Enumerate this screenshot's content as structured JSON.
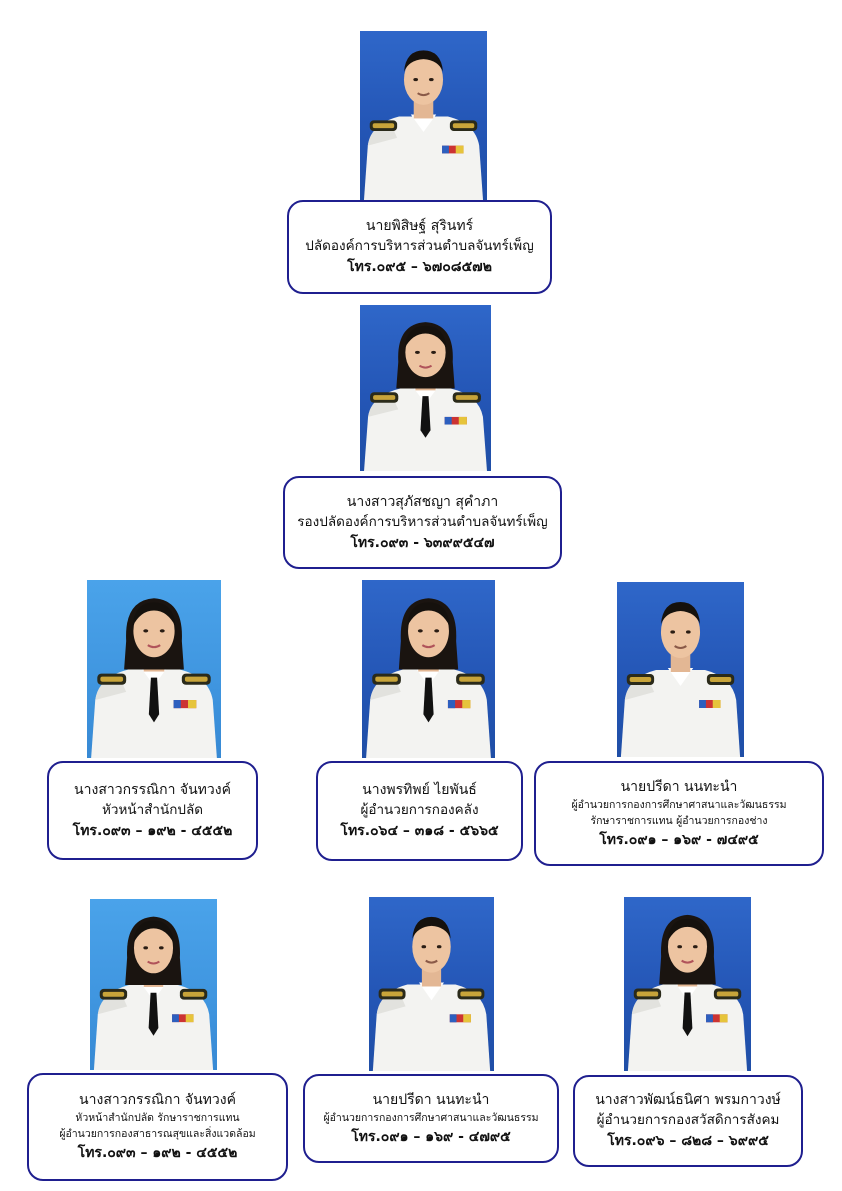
{
  "people": [
    {
      "name": "นายพิสิษฐ์  สุรินทร์",
      "lines": [
        "ปลัดองค์การบริหารส่วนตำบลจันทร์เพ็ญ"
      ],
      "tel": "โทร.๐๙๕ – ๖๗๐๘๕๗๒",
      "gender": "male"
    },
    {
      "name": "นางสาวสุภัสชญา  สุคำภา",
      "lines": [
        "รองปลัดองค์การบริหารส่วนตำบลจันทร์เพ็ญ"
      ],
      "tel": "โทร.๐๙๓ - ๖๓๙๙๕๔๗",
      "gender": "female"
    },
    {
      "name": "นางสาวกรรณิกา  จันทวงค์",
      "lines": [
        "หัวหน้าสำนักปลัด"
      ],
      "tel": "โทร.๐๙๓ – ๑๙๒ - ๔๕๕๒",
      "gender": "female"
    },
    {
      "name": "นางพรทิพย์  ไยพันธ์",
      "lines": [
        "ผู้อำนวยการกองคลัง"
      ],
      "tel": "โทร.๐๖๔ – ๓๑๘ - ๕๖๖๕",
      "gender": "female"
    },
    {
      "name": "นายปรีดา  นนทะนำ",
      "lines": [
        "ผู้อำนวยการกองการศึกษาศาสนาและวัฒนธรรม",
        "รักษาราชการแทน  ผู้อำนวยการกองช่าง"
      ],
      "tel": "โทร.๐๙๑ – ๑๖๙ - ๗๔๙๕",
      "gender": "male"
    },
    {
      "name": "นางสาวกรรณิกา  จันทวงค์",
      "lines": [
        "หัวหน้าสำนักปลัด รักษาราชการแทน",
        "ผู้อำนวยการกองสาธารณสุขและสิ่งแวดล้อม"
      ],
      "tel": "โทร.๐๙๓ – ๑๙๒ - ๔๕๕๒",
      "gender": "female"
    },
    {
      "name": "นายปรีดา  นนทะนำ",
      "lines": [
        "ผู้อำนวยการกองการศึกษาศาสนาและวัฒนธรรม"
      ],
      "tel": "โทร.๐๙๑ – ๑๖๙ - ๔๗๙๕",
      "gender": "male"
    },
    {
      "name": "นางสาวพัฒน์ธนิศา  พรมกาวงษ์",
      "lines": [
        "ผู้อำนวยการกองสวัสดิการสังคม"
      ],
      "tel": "โทร.๐๙๖ – ๘๒๘ – ๖๙๙๕",
      "gender": "female"
    }
  ]
}
